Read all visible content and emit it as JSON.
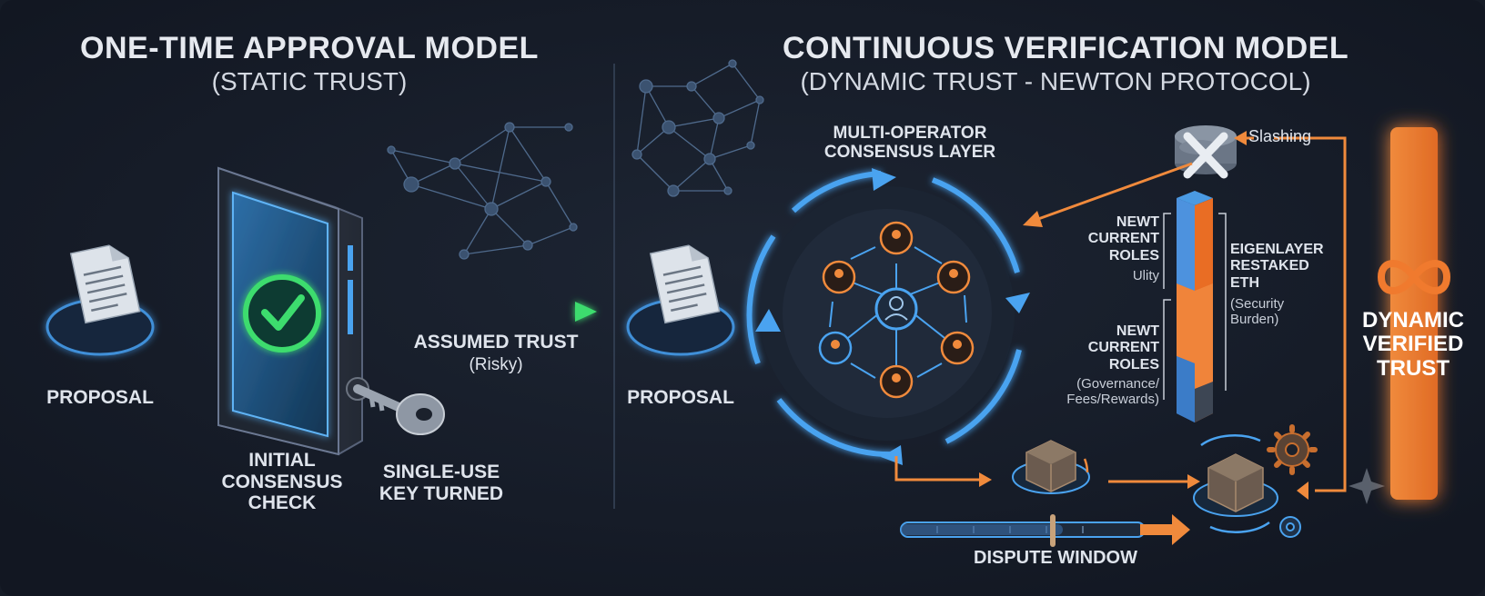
{
  "left": {
    "title": "ONE-TIME APPROVAL MODEL",
    "subtitle": "(STATIC TRUST)",
    "proposal_label": "PROPOSAL",
    "check_label": "INITIAL\nCONSENSUS\nCHECK",
    "key_label": "SINGLE-USE\nKEY TURNED",
    "trust_label": "ASSUMED TRUST",
    "trust_note": "(Risky)"
  },
  "right": {
    "title": "CONTINUOUS VERIFICATION MODEL",
    "subtitle": "(DYNAMIC TRUST - NEWTON PROTOCOL)",
    "proposal_label": "PROPOSAL",
    "consensus_label": "MULTI-OPERATOR\nCONSENSUS LAYER",
    "slashing_label": "Slashing",
    "newt_top": {
      "title": "NEWT\nCURRENT\nROLES",
      "note": "Ulity"
    },
    "newt_bottom": {
      "title": "NEWT\nCURRENT\nROLES",
      "note": "(Governance/\nFees/Rewards)"
    },
    "eigen": {
      "title": "EIGENLAYER\nRESTAKED\nETH",
      "note": "(Security\nBurden)"
    },
    "dispute_label": "DISPUTE WINDOW",
    "trust_label": "DYNAMIC\nVERIFIED\nTRUST"
  },
  "colors": {
    "background": "#161c27",
    "blue": "#4aa3f0",
    "orange": "#f08a3c",
    "green": "#3ddc6e"
  },
  "icons": [
    "document-icon",
    "tablet-icon",
    "checkmark-icon",
    "key-icon",
    "network-icon",
    "operator-icon",
    "coins-icon",
    "slash-x-icon",
    "cube-icon",
    "gear-icon",
    "infinity-icon",
    "sparkle-icon"
  ]
}
